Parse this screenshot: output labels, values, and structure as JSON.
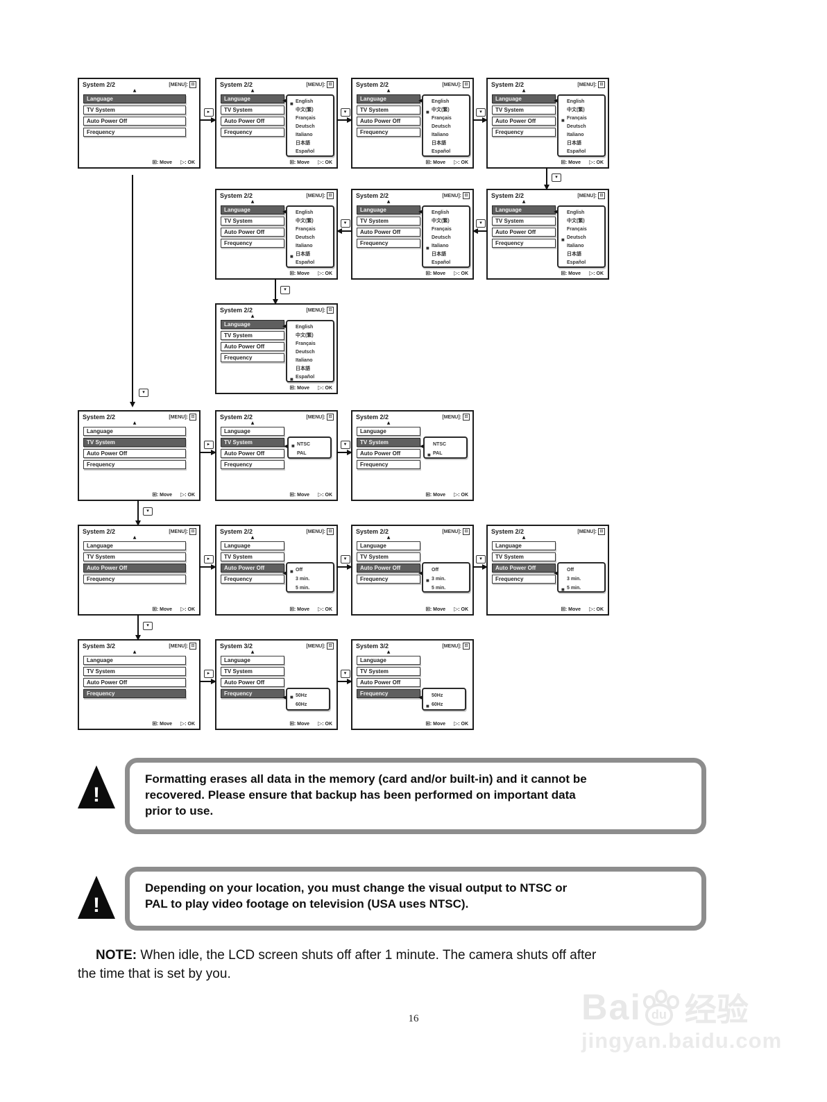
{
  "page": {
    "number": "16"
  },
  "flowchart": {
    "menu_items": [
      "Language",
      "TV System",
      "Auto Power Off",
      "Frequency"
    ],
    "option_sets": {
      "language": [
        "English",
        "中文(繁)",
        "Français",
        "Deutsch",
        "Italiano",
        "日本語",
        "Español"
      ],
      "tv_system": [
        "NTSC",
        "PAL"
      ],
      "auto_power_off": [
        "Off",
        "3 min.",
        "5 min."
      ],
      "frequency": [
        "50Hz",
        "60Hz"
      ]
    },
    "screen_chrome": {
      "menu_label": "[MENU]:",
      "exit_icon_glyph": "⊡",
      "up_indicator": "▲",
      "move_label": ": Move",
      "ok_label": ": OK",
      "move_icon_glyph": "⊞",
      "ok_icon_glyph": "▷",
      "bullet_glyph": "■"
    },
    "screens": [
      {
        "row": 0,
        "col": 0,
        "title": "System 2/2",
        "highlight": 0,
        "popup": null
      },
      {
        "row": 0,
        "col": 1,
        "title": "System 2/2",
        "highlight": 0,
        "popup": {
          "set": "language",
          "selected": 0
        }
      },
      {
        "row": 0,
        "col": 2,
        "title": "System 2/2",
        "highlight": 0,
        "popup": {
          "set": "language",
          "selected": 1
        }
      },
      {
        "row": 0,
        "col": 3,
        "title": "System 2/2",
        "highlight": 0,
        "popup": {
          "set": "language",
          "selected": 2
        }
      },
      {
        "row": 1,
        "col": 3,
        "title": "System 2/2",
        "highlight": 0,
        "popup": {
          "set": "language",
          "selected": 3
        }
      },
      {
        "row": 1,
        "col": 2,
        "title": "System 2/2",
        "highlight": 0,
        "popup": {
          "set": "language",
          "selected": 4
        }
      },
      {
        "row": 1,
        "col": 1,
        "title": "System 2/2",
        "highlight": 0,
        "popup": {
          "set": "language",
          "selected": 5
        }
      },
      {
        "row": 2,
        "col": 1,
        "title": "System 2/2",
        "highlight": 0,
        "popup": {
          "set": "language",
          "selected": 6
        }
      },
      {
        "row": 3,
        "col": 0,
        "title": "System 2/2",
        "highlight": 1,
        "popup": null
      },
      {
        "row": 3,
        "col": 1,
        "title": "System 2/2",
        "highlight": 1,
        "popup": {
          "set": "tv_system",
          "selected": 0
        }
      },
      {
        "row": 3,
        "col": 2,
        "title": "System 2/2",
        "highlight": 1,
        "popup": {
          "set": "tv_system",
          "selected": 1
        }
      },
      {
        "row": 4,
        "col": 0,
        "title": "System 2/2",
        "highlight": 2,
        "popup": null
      },
      {
        "row": 4,
        "col": 1,
        "title": "System 2/2",
        "highlight": 2,
        "popup": {
          "set": "auto_power_off",
          "selected": 0
        }
      },
      {
        "row": 4,
        "col": 2,
        "title": "System 2/2",
        "highlight": 2,
        "popup": {
          "set": "auto_power_off",
          "selected": 1
        }
      },
      {
        "row": 4,
        "col": 3,
        "title": "System 2/2",
        "highlight": 2,
        "popup": {
          "set": "auto_power_off",
          "selected": 2
        }
      },
      {
        "row": 5,
        "col": 0,
        "title": "System 3/2",
        "highlight": 3,
        "popup": null
      },
      {
        "row": 5,
        "col": 1,
        "title": "System 3/2",
        "highlight": 3,
        "popup": {
          "set": "frequency",
          "selected": 0
        }
      },
      {
        "row": 5,
        "col": 2,
        "title": "System 3/2",
        "highlight": 3,
        "popup": {
          "set": "frequency",
          "selected": 1
        }
      }
    ],
    "arrows": [
      {
        "dir": "right",
        "row": 0,
        "gap": 0,
        "icon": "joystick-right"
      },
      {
        "dir": "right",
        "row": 0,
        "gap": 1,
        "icon": "joystick-down"
      },
      {
        "dir": "right",
        "row": 0,
        "gap": 2,
        "icon": "joystick-down"
      },
      {
        "dir": "down",
        "col": 3,
        "after_row": 0,
        "icon": "joystick-down"
      },
      {
        "dir": "left",
        "row": 1,
        "gap": 2,
        "icon": "joystick-down"
      },
      {
        "dir": "left",
        "row": 1,
        "gap": 1,
        "icon": "joystick-down"
      },
      {
        "dir": "down",
        "col": 1,
        "after_row": 1,
        "icon": "joystick-down"
      },
      {
        "dir": "down-long",
        "icon": "joystick-down"
      },
      {
        "dir": "right",
        "row": 3,
        "gap": 0,
        "icon": "joystick-right"
      },
      {
        "dir": "right",
        "row": 3,
        "gap": 1,
        "icon": "joystick-down"
      },
      {
        "dir": "down",
        "col": 0,
        "after_row": 3,
        "icon": "joystick-down"
      },
      {
        "dir": "right",
        "row": 4,
        "gap": 0,
        "icon": "joystick-right"
      },
      {
        "dir": "right",
        "row": 4,
        "gap": 1,
        "icon": "joystick-down"
      },
      {
        "dir": "right",
        "row": 4,
        "gap": 2,
        "icon": "joystick-down"
      },
      {
        "dir": "down",
        "col": 0,
        "after_row": 4,
        "icon": "joystick-down"
      },
      {
        "dir": "right",
        "row": 5,
        "gap": 0,
        "icon": "joystick-right"
      },
      {
        "dir": "right",
        "row": 5,
        "gap": 1,
        "icon": "joystick-down"
      }
    ],
    "arrow_icons": {
      "joystick-right": "▸",
      "joystick-down": "▾"
    }
  },
  "warnings": [
    {
      "text": "Formatting erases all data in the memory (card and/or built-in) and it cannot be\nrecovered. Please ensure that backup has been performed on important data\nprior to use."
    },
    {
      "text": "Depending on your location, you must change the visual output to NTSC or\nPAL to play video footage on television (USA uses NTSC)."
    }
  ],
  "note": {
    "label": "NOTE:",
    "text": " When idle, the LCD screen shuts off after 1 minute. The camera shuts off after\nthe time that is set by you."
  },
  "watermark": {
    "prefix": "Bai",
    "suffix": "du",
    "badge": "经验",
    "url": "jingyan.baidu.com"
  }
}
